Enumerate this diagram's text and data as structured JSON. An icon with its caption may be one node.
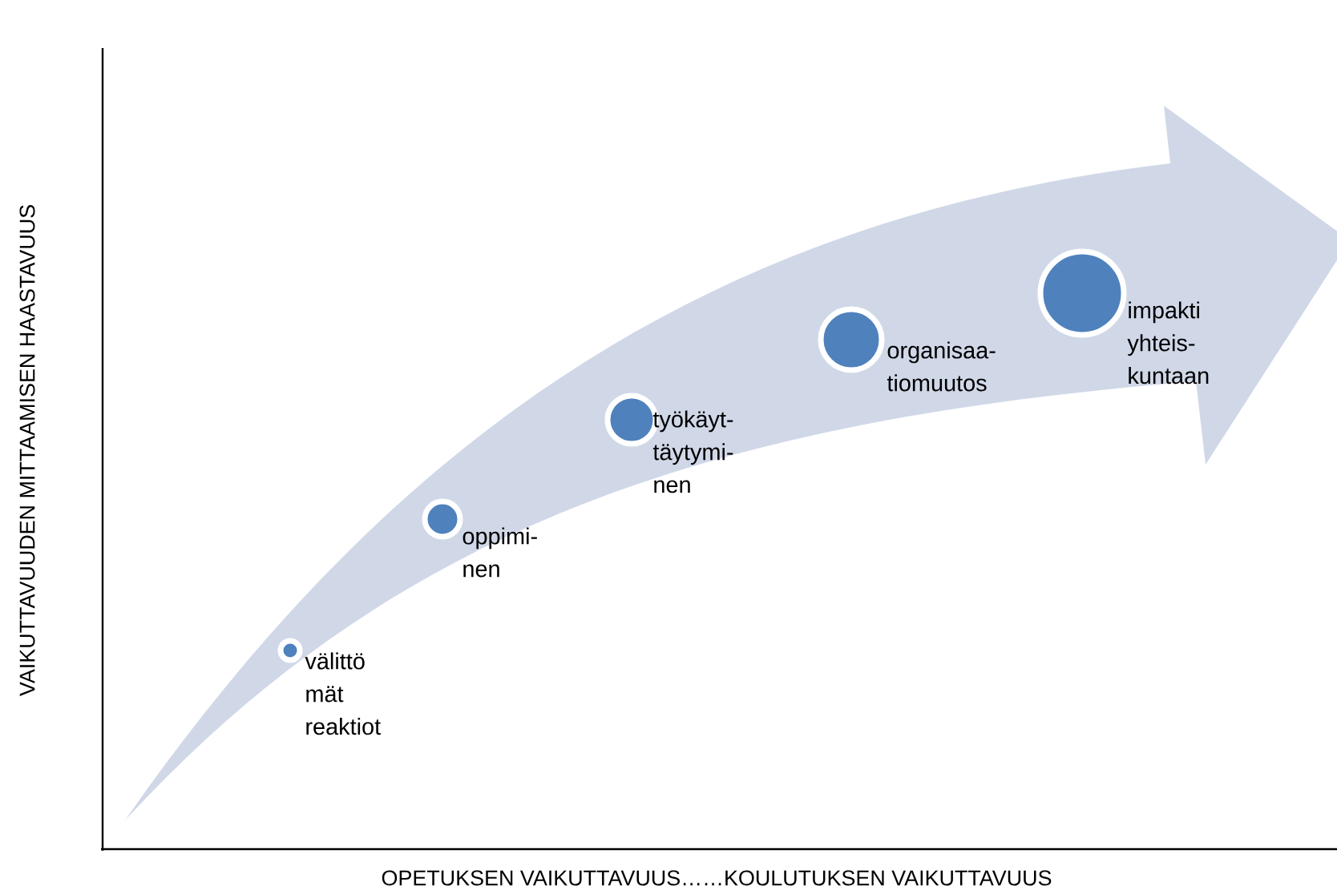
{
  "diagram": {
    "nodes": [
      {
        "text": [
          "välittö mät reaktiot"
        ]
      },
      {
        "text": [
          "oppimi- nen"
        ]
      },
      {
        "text": [
          "työkäyt- täytymi- nen"
        ]
      },
      {
        "text": [
          "organisaa- tiomuutos"
        ]
      },
      {
        "text": [
          "impakti yhteis- kuntaan"
        ]
      }
    ],
    "labels": [
      "VAIKUTTAVUUDEN MITTAAMISEN HAASTAVUUS",
      "OPETUKSEN VAIKUTTAVUUS……KOULUTUKSEN VAIKUTTAVUUS"
    ]
  }
}
